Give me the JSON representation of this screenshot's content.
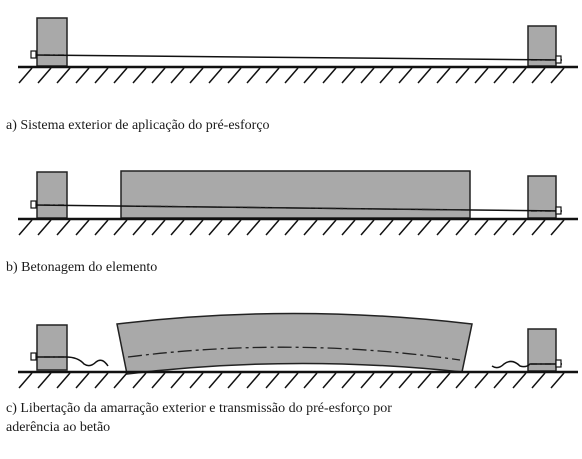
{
  "captions": {
    "a": "a) Sistema exterior de aplicação do pré-esforço",
    "b": "b) Betonagem do elemento",
    "c_line1": "c) Libertação da amarração exterior e transmissão do pré-esforço por",
    "c_line2": "aderência ao betão"
  },
  "colors": {
    "concrete": "#a9a9a9",
    "line": "#111111",
    "background": "#ffffff"
  }
}
